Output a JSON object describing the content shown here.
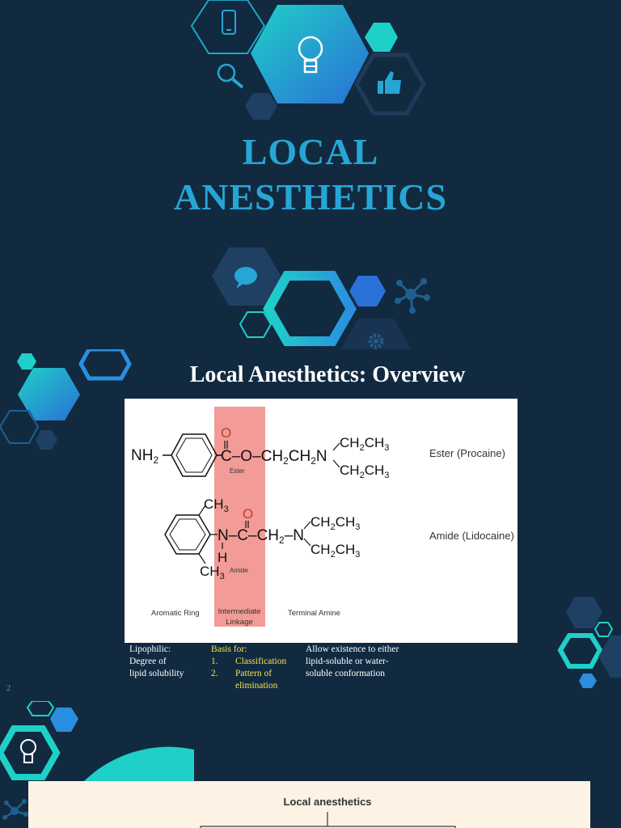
{
  "slide1": {
    "title_line1": "LOCAL",
    "title_line2": "ANESTHETICS",
    "icons": [
      "phone-icon",
      "lightbulb-icon",
      "search-icon",
      "thumbs-up-icon",
      "chat-icon",
      "network-icon",
      "gear-icon"
    ]
  },
  "slide2": {
    "title": "Local Anesthetics: Overview",
    "slide_number": "2",
    "diagram": {
      "ester": {
        "nh2": "NH",
        "nh2_sub": "2",
        "carbonyl_o": "O",
        "chain": "C–O–CH",
        "chain_sub": "2",
        "chain2": "CH",
        "chain2_sub": "2",
        "n": "N",
        "ethyl_top": "CH",
        "ethyl_top_sub": "2",
        "ethyl_top_end": "CH",
        "ethyl_top_end_sub": "3",
        "ethyl_bot": "CH",
        "ethyl_bot_sub": "2",
        "ethyl_bot_end": "CH",
        "ethyl_bot_end_sub": "3",
        "link_label": "Ester",
        "name": "Ester (Procaine)"
      },
      "amide": {
        "ch3_top": "CH",
        "ch3_top_sub": "3",
        "carbonyl_o": "O",
        "chain": "N–C–CH",
        "chain_sub": "2",
        "n": "N",
        "h": "H",
        "ch3_bot": "CH",
        "ch3_bot_sub": "3",
        "ethyl_top": "CH",
        "ethyl_top_sub": "2",
        "ethyl_top_end": "CH",
        "ethyl_top_end_sub": "3",
        "ethyl_bot": "CH",
        "ethyl_bot_sub": "2",
        "ethyl_bot_end": "CH",
        "ethyl_bot_end_sub": "3",
        "link_label": "Amide",
        "name": "Amide (Lidocaine)"
      },
      "labels": {
        "aromatic": "Aromatic Ring",
        "intermediate_1": "Intermediate",
        "intermediate_2": "Linkage",
        "terminal": "Terminal Amine"
      }
    },
    "notes": {
      "col1": [
        "Lipophilic:",
        "Degree of",
        "lipid solubility"
      ],
      "col2_heading": "Basis for:",
      "col2_items": [
        {
          "num": "1.",
          "text": "Classification"
        },
        {
          "num": "2.",
          "text": "Pattern of"
        },
        {
          "num": "",
          "text": "elimination"
        }
      ],
      "col3": [
        "Allow existence to either",
        "lipid-soluble or water-",
        "soluble conformation"
      ]
    }
  },
  "slide3": {
    "box_title": "Local anesthetics",
    "icons": [
      "lightbulb-icon",
      "network-icon"
    ]
  },
  "colors": {
    "background": "#112a40",
    "accent": "#27a6d6",
    "teal": "#1fd0c8",
    "linkage_highlight": "#f29b97",
    "notes_yellow": "#f2e34a"
  }
}
